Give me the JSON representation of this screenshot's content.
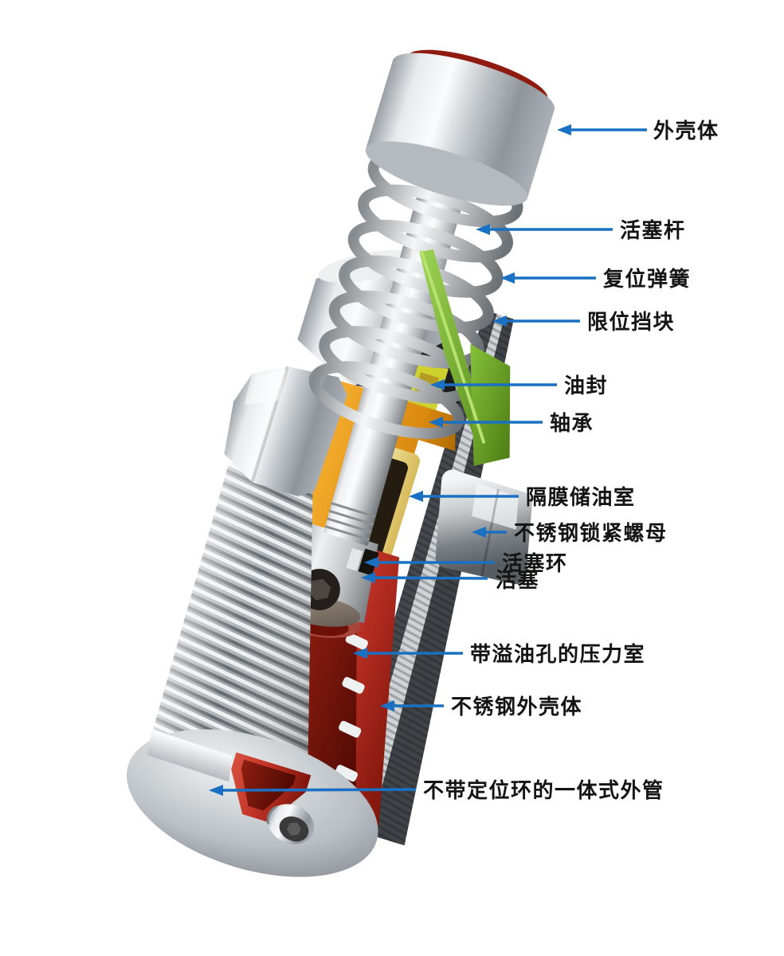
{
  "figure": {
    "type": "technical-cutaway-diagram",
    "subject": "industrial shock absorber sectional view"
  },
  "colors": {
    "background": "#ffffff",
    "arrow_blue": "#1a70c2",
    "label_text": "#141414",
    "limit_stop_green": "#76b82a",
    "bearing_orange": "#e0920f",
    "oil_chamber_yellow": "#f2df8e",
    "pressure_chamber_red": "#c0392b",
    "metal_silver": "#c8ccd0",
    "inner_tube_dark": "#45494d",
    "cap_top_red": "#8f1b10"
  },
  "labels": [
    {
      "id": "outer-housing",
      "text": "外壳体"
    },
    {
      "id": "piston-rod",
      "text": "活塞杆"
    },
    {
      "id": "return-spring",
      "text": "复位弹簧"
    },
    {
      "id": "limit-stop",
      "text": "限位挡块"
    },
    {
      "id": "oil-seal",
      "text": "油封"
    },
    {
      "id": "bearing",
      "text": "轴承"
    },
    {
      "id": "diaphragm-oil-chamber",
      "text": "隔膜储油室"
    },
    {
      "id": "stainless-lock-nut",
      "text": "不锈钢锁紧螺母"
    },
    {
      "id": "piston-ring",
      "text": "活塞环"
    },
    {
      "id": "piston",
      "text": "活塞"
    },
    {
      "id": "pressure-chamber-with-overflow-holes",
      "text": "带溢油孔的压力室"
    },
    {
      "id": "stainless-outer-housing",
      "text": "不锈钢外壳体"
    },
    {
      "id": "one-piece-outer-tube-without-locating-ring",
      "text": "不带定位环的一体式外管"
    }
  ]
}
